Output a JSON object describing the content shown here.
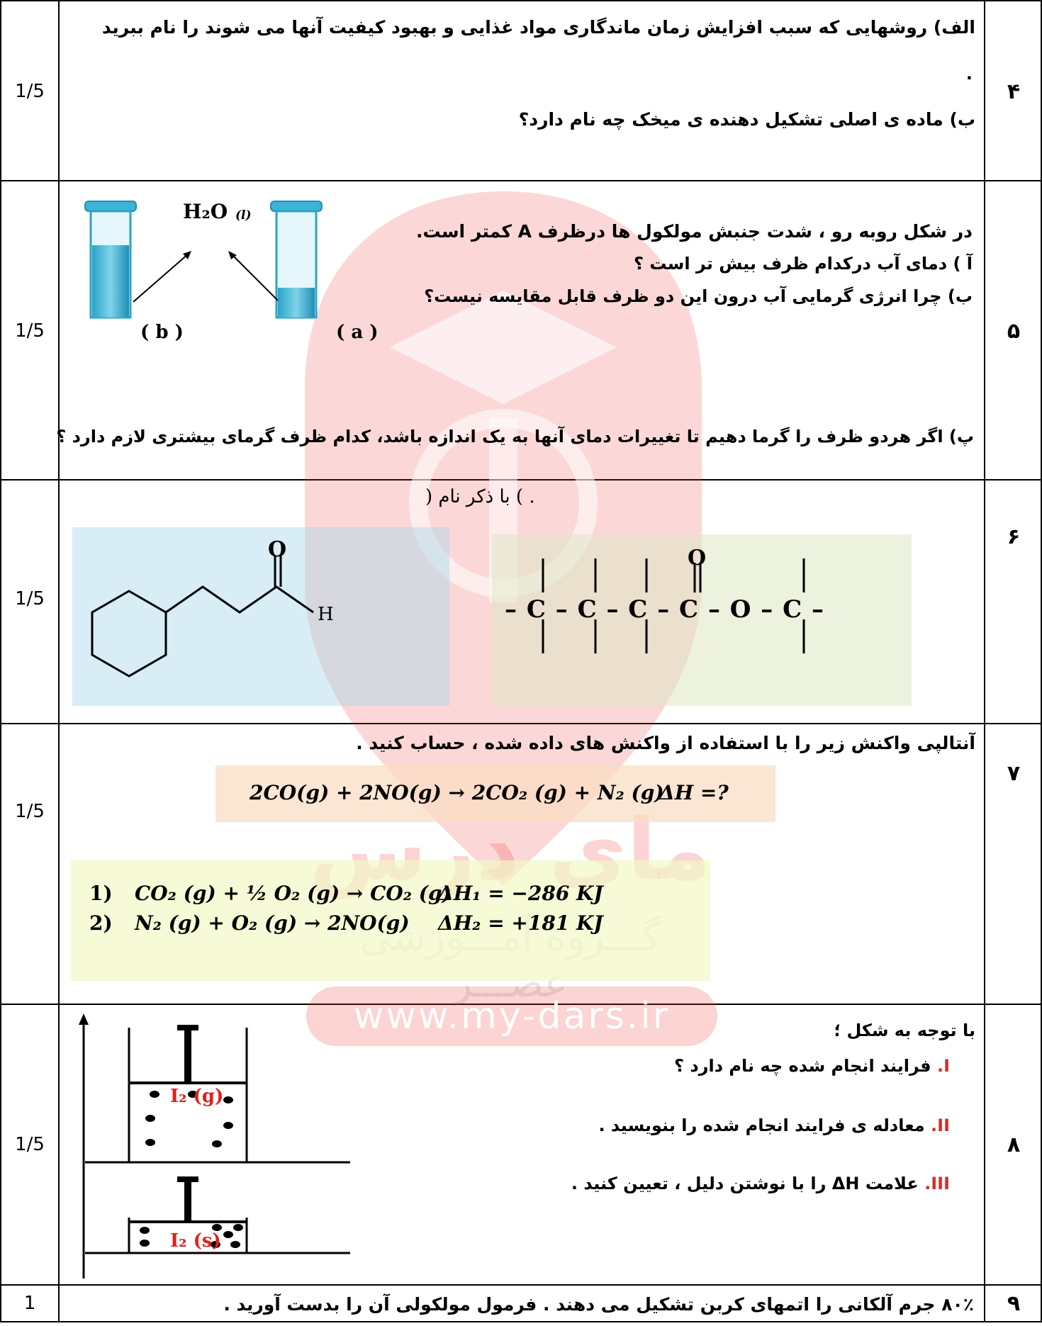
{
  "rows": [
    {
      "number": "۴",
      "score": "1/5",
      "q_alef": "الف) روشهایی که سبب افزایش زمان ماندگاری مواد غذایی و بهبود کیفیت آنها می شوند را نام ببرید",
      "dot": ".",
      "q_be": "ب) ماده ی اصلی تشکیل دهنده ی میخک چه نام دارد؟"
    },
    {
      "number": "۵",
      "score": "1/5",
      "intro": "در شکل روبه رو ، شدت جنبش مولکول ها درظرف A کمتر است.",
      "q_a": "آ ) دمای آب درکدام ظرف بیش تر است ؟",
      "q_b": "ب) چرا انرژی گرمایی آب درون این دو ظرف قابل مقایسه نیست؟",
      "q_p": "پ) اگر هردو ظرف را گرما دهیم تا تغییرات دمای آنها به یک اندازه باشد، کدام ظرف گرمای بیشتری لازم دارد ؟",
      "label_b": "( b )",
      "label_a": "( a )",
      "h2o": "H₂O",
      "h2o_state": "(l)"
    },
    {
      "number": "۶",
      "score": "1/5",
      "prompt": ". ) با ذکر نام (",
      "left_o": "O",
      "left_h": "H",
      "right_o": "O",
      "chain": "– C – C – C – C – O – C –"
    },
    {
      "number": "۷",
      "score": "1/5",
      "q": "آنتالپی واکنش زیر را با استفاده از واکنش های داده شده ، حساب کنید .",
      "main_eq": "2CO(g) + 2NO(g) → 2CO₂ (g) + N₂ (g)",
      "main_dh": "ΔH =?",
      "eq1_no": "1)",
      "eq1": "CO₂ (g) + ½ O₂ (g) → CO₂ (g)",
      "eq1_dh": "ΔH₁ = −286  KJ",
      "eq2_no": "2)",
      "eq2": "N₂ (g) + O₂ (g) → 2NO(g)",
      "eq2_dh": "ΔH₂ = +181  KJ"
    },
    {
      "number": "۸",
      "score": "1/5",
      "intro": "با توجه به شکل ؛",
      "i_mark": "I.",
      "i_text": "فرایند انجام شده چه نام دارد ؟",
      "ii_mark": "II.",
      "ii_text": "معادله ی فرایند انجام شده را بنویسید .",
      "iii_mark": "III.",
      "iii_text": "علامت ΔH را با نوشتن دلیل ، تعیین کنید .",
      "gas_label": "I₂ (g)",
      "solid_label": "I₂ (s)"
    },
    {
      "number": "۹",
      "score": "1",
      "q": "۸۰٪ جرم آلکانی را اتمهای کربن تشکیل می دهند . فرمول مولکولی آن را بدست آورید ."
    }
  ],
  "watermark": {
    "brand": "مای درس",
    "group": "گـــروه آمـــوزشی عصـــر",
    "site": "www.my-dars.ir"
  }
}
